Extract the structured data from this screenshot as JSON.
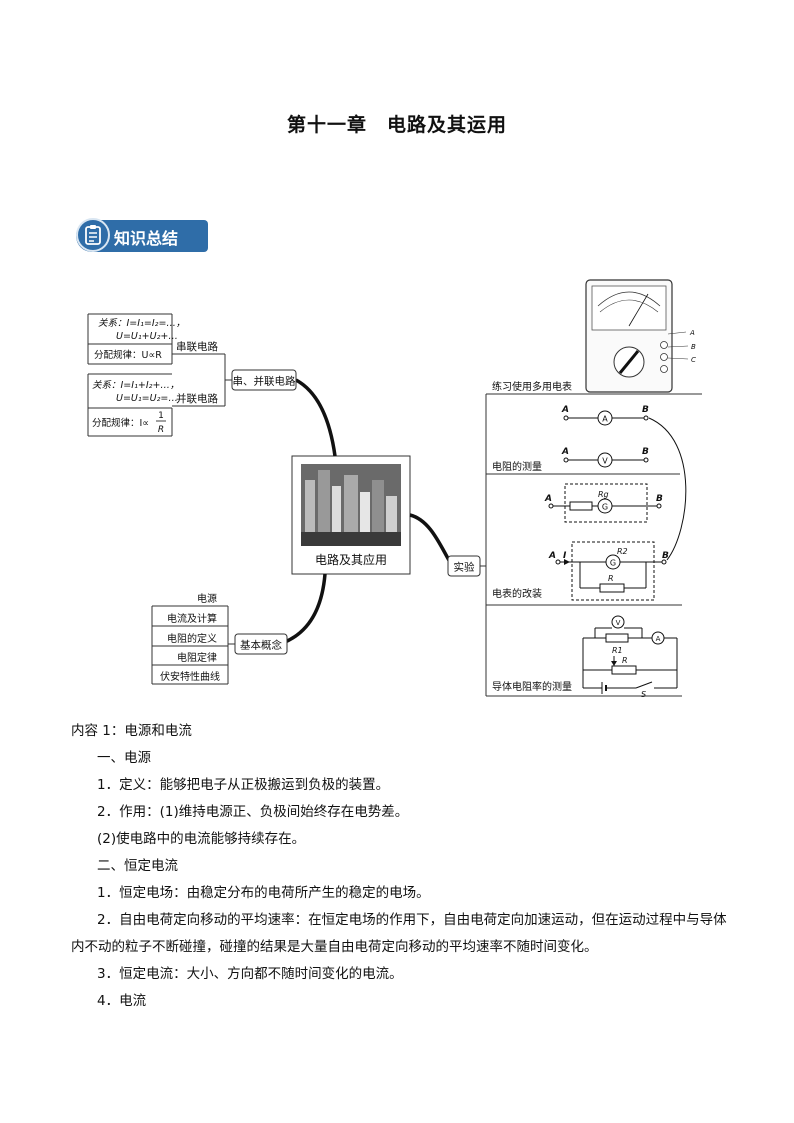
{
  "title": "第十一章　电路及其运用",
  "badge": {
    "label": "知识总结",
    "icon": "clipboard-icon"
  },
  "mindmap": {
    "center": "电路及其应用",
    "series_parallel": {
      "label": "串、并联电路",
      "series": "串联电路",
      "parallel": "并联电路",
      "series_relation_1": "关系：I=I₁=I₂=…，",
      "series_relation_2": "U=U₁+U₂+…",
      "series_rule": "分配规律：U∝R",
      "parallel_relation_1": "关系：I=I₁+I₂+…，",
      "parallel_relation_2": "U=U₁=U₂=…",
      "parallel_rule_prefix": "分配规律：I∝",
      "parallel_rule_num": "1",
      "parallel_rule_den": "R"
    },
    "basic": {
      "label": "基本概念",
      "items": [
        "电源",
        "电流及计算",
        "电阻的定义",
        "电阻定律",
        "伏安特性曲线"
      ]
    },
    "experiment": {
      "label": "实验",
      "items": [
        "练习使用多用电表",
        "电阻的测量",
        "电表的改装",
        "导体电阻率的测量"
      ]
    },
    "circuit_labels": {
      "A": "A",
      "B": "B",
      "I": "I",
      "R": "R",
      "Rg": "Rg",
      "R1": "R1",
      "R2": "R2",
      "S": "S",
      "meter_A": "A",
      "meter_V": "V",
      "meter_G": "G",
      "mm_A": "A",
      "mm_B": "B",
      "mm_C": "C"
    }
  },
  "content": {
    "heading": "内容 1：电源和电流",
    "lines": [
      "一、电源",
      "1．定义：能够把电子从正极搬运到负极的装置。",
      "2．作用：(1)维持电源正、负极间始终存在电势差。",
      "(2)使电路中的电流能够持续存在。",
      "二、恒定电流",
      "1．恒定电场：由稳定分布的电荷所产生的稳定的电场。",
      "2．自由电荷定向移动的平均速率：在恒定电场的作用下，自由电荷定向加速运动，但在运动过程中与导体内不动的粒子不断碰撞，碰撞的结果是大量自由电荷定向移动的平均速率不随时间变化。",
      "3．恒定电流：大小、方向都不随时间变化的电流。",
      "4．电流"
    ]
  }
}
